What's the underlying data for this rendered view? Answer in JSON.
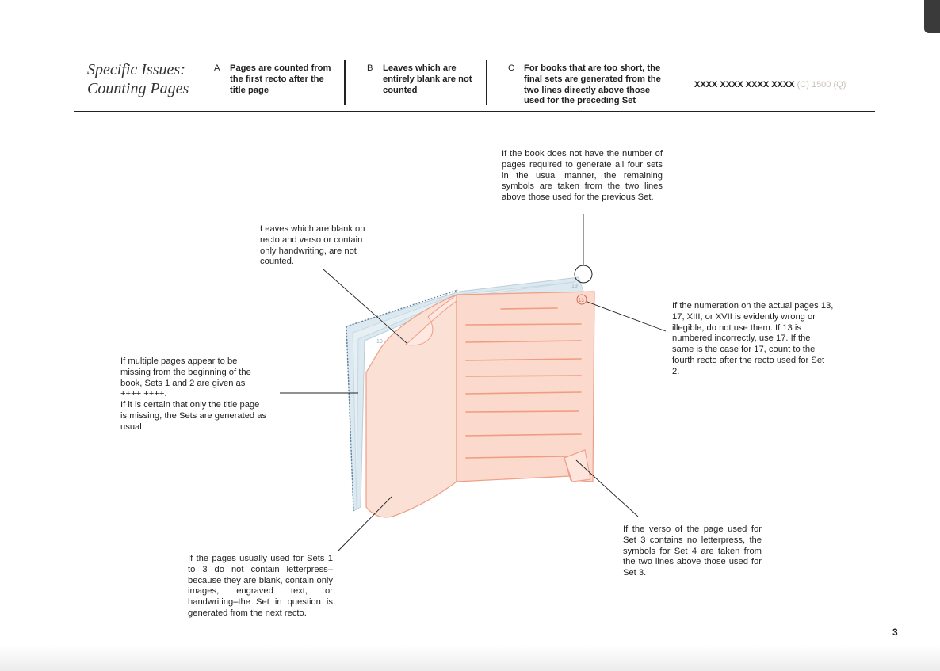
{
  "header": {
    "title_line1": "Specific Issues:",
    "title_line2": "Counting Pages",
    "columns": [
      {
        "letter": "A",
        "text": "Pages are counted from the first recto after the title page"
      },
      {
        "letter": "B",
        "text": "Leaves which are entirely blank are not counted"
      },
      {
        "letter": "C",
        "text": "For books that are too short, the final sets are generated from the two lines directly above those used for the preceding Set"
      }
    ],
    "code_main": "XXXX XXXX XXXX XXXX",
    "code_suffix": "(C) 1500 (Q)"
  },
  "notes": {
    "top": "If the book does not have the number of pages required to generate all four sets in the usual manner, the remaining symbols are taken from the two lines above those used for the previous Set.",
    "blank_leaves": "Leaves which are blank on recto and verso or contain only handwriting, are not counted.",
    "numeration": "If the numeration on the actual pages 13, 17, XIII, or XVII is evidently wrong or illegible, do not use them. If 13 is numbered incorrectly, use 17. If the same is the case for 17, count to the fourth recto after the recto used for Set 2.",
    "missing_p1": "If multiple pages appear to be missing from the beginning of the book, Sets 1 and 2 are given as ++++ ++++.",
    "missing_p2": "If it is certain that only the title page is missing, the Sets are generated as usual.",
    "verso": "If the verso of the page used for Set 3 contains no letterpress, the symbols for Set 4 are taken from the two lines above those used for Set 3.",
    "no_letterpress": "If the pages usually used for Sets 1 to 3 do not contain letterpress–because they are blank, contain only images, engraved text, or handwriting–the Set in question is generated from the next recto."
  },
  "illustration": {
    "page_label_left": "10",
    "page_label_back": "19",
    "page_label_circled": "13"
  },
  "page_number": "3",
  "colors": {
    "page_fill": "#fbd9cc",
    "page_stroke": "#ee9e86",
    "text_line": "#ef9c82",
    "back_pages": "#cfe0ea",
    "dotted_edge": "#5f7f9c"
  }
}
